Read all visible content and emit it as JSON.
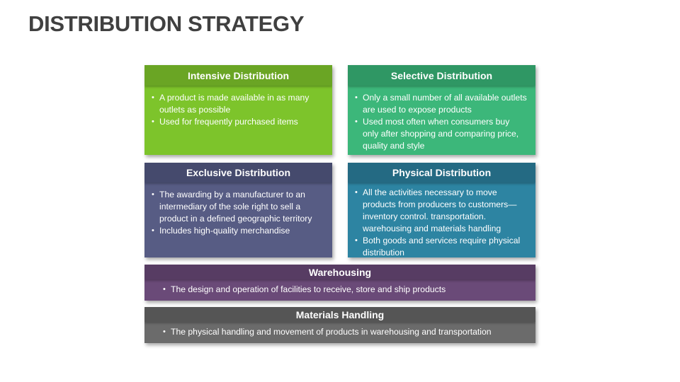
{
  "title": "DISTRIBUTION STRATEGY",
  "cards": {
    "intensive": {
      "title": "Intensive Distribution",
      "color": "#7dc42b",
      "bullets": [
        "A product is made available in as many outlets as possible",
        "Used for frequently purchased items"
      ]
    },
    "selective": {
      "title": "Selective Distribution",
      "color": "#3cb77a",
      "bullets": [
        "Only a small number of all available outlets are used to expose products",
        "Used most often when consumers buy only after shopping and comparing price, quality and style"
      ]
    },
    "exclusive": {
      "title": "Exclusive Distribution",
      "color": "#575c84",
      "bullets": [
        "The awarding by a manufacturer to an intermediary of the sole right to sell a product in a defined geographic territory",
        "Includes high-quality merchandise"
      ]
    },
    "physical": {
      "title": "Physical Distribution",
      "color": "#2d84a2",
      "bullets": [
        "All the activities necessary to move products from producers to customers—inventory control. transportation. warehousing and materials handling",
        "Both goods and services require physical distribution"
      ]
    },
    "warehousing": {
      "title": "Warehousing",
      "color": "#6a4a78",
      "bullets": [
        "The design and operation of facilities to receive, store and ship products"
      ]
    },
    "materials": {
      "title": "Materials Handling",
      "color": "#6b6b6b",
      "bullets": [
        "The physical handling and movement of products in warehousing and transportation"
      ]
    }
  }
}
